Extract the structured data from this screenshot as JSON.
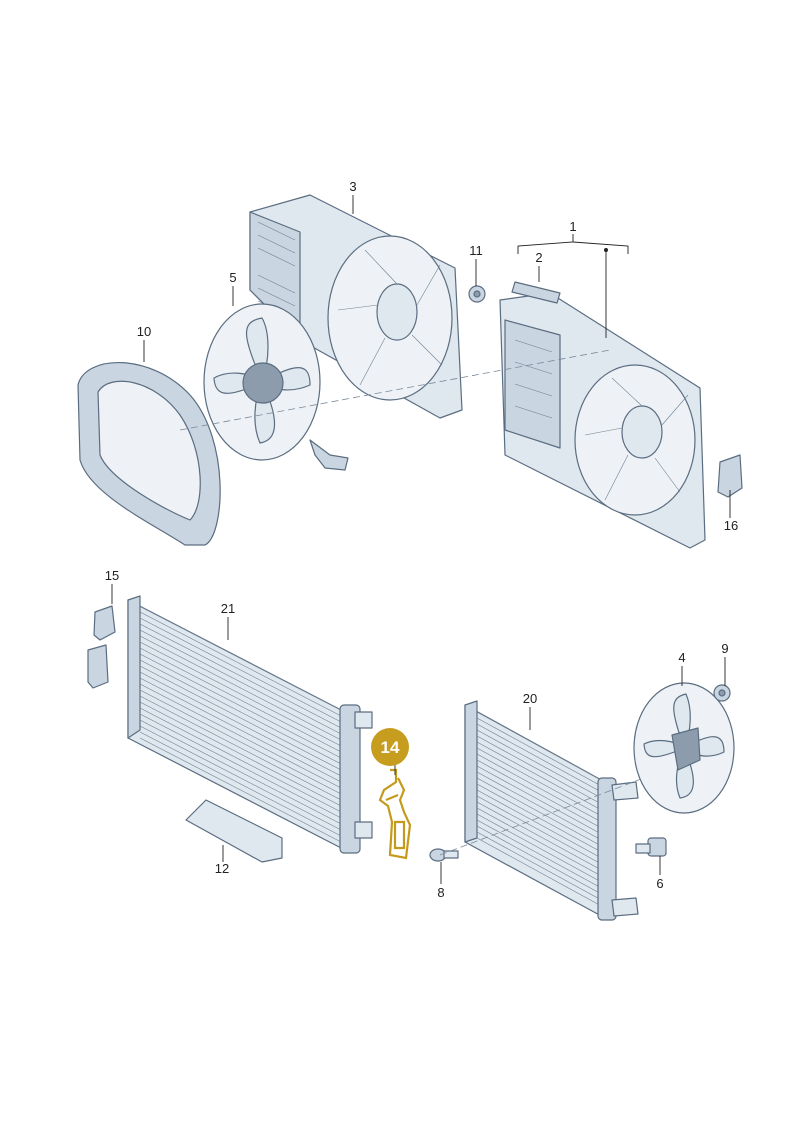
{
  "callouts": [
    "1",
    "2",
    "3",
    "4",
    "5",
    "6",
    "8",
    "9",
    "10",
    "11",
    "12",
    "15",
    "16",
    "20",
    "21"
  ],
  "highlight": {
    "label": "14",
    "color": "#c79d1f"
  },
  "colors": {
    "part_fill": "#dfe7ef",
    "part_stroke": "#5b6d80",
    "label": "#222222"
  }
}
